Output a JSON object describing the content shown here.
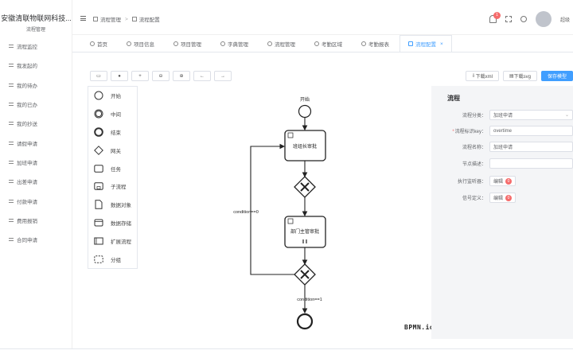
{
  "brand": {
    "title": "安徽清联物联网科技...",
    "subtitle": "流程管理"
  },
  "sidebar": {
    "items": [
      {
        "label": "流程监控"
      },
      {
        "label": "我发起的"
      },
      {
        "label": "我的待办"
      },
      {
        "label": "我的已办"
      },
      {
        "label": "我的抄送"
      },
      {
        "label": "请假申请"
      },
      {
        "label": "加班申请"
      },
      {
        "label": "出差申请"
      },
      {
        "label": "付款申请"
      },
      {
        "label": "费用报销"
      },
      {
        "label": "合同申请"
      }
    ]
  },
  "header": {
    "breadcrumb": [
      "流程管理",
      "流程配置"
    ],
    "notification_count": "1",
    "username": "超级"
  },
  "tabs": [
    {
      "label": "首页",
      "active": false
    },
    {
      "label": "项目信息",
      "active": false
    },
    {
      "label": "项目管理",
      "active": false
    },
    {
      "label": "字典管理",
      "active": false
    },
    {
      "label": "流程管理",
      "active": false
    },
    {
      "label": "考勤区域",
      "active": false
    },
    {
      "label": "考勤报表",
      "active": false
    },
    {
      "label": "流程配置",
      "active": true,
      "close": "×"
    }
  ],
  "toolbar": {
    "buttons": [
      "▭",
      "●",
      "+",
      "⊖",
      "⊕",
      "←",
      "→"
    ],
    "download_xml": "下载xml",
    "download_svg": "下载svg",
    "save": "保存模型"
  },
  "palette": {
    "items": [
      {
        "icon": "start-event-icon",
        "label": "开始"
      },
      {
        "icon": "intermediate-event-icon",
        "label": "中间"
      },
      {
        "icon": "end-event-icon",
        "label": "结束"
      },
      {
        "icon": "gateway-icon",
        "label": "网关"
      },
      {
        "icon": "task-icon",
        "label": "任务"
      },
      {
        "icon": "subprocess-icon",
        "label": "子流程"
      },
      {
        "icon": "data-object-icon",
        "label": "数据对象"
      },
      {
        "icon": "data-store-icon",
        "label": "数据存储"
      },
      {
        "icon": "pool-icon",
        "label": "扩展流程"
      },
      {
        "icon": "group-icon",
        "label": "分组"
      }
    ]
  },
  "diagram": {
    "start_label": "开始",
    "task1_label": "班组长审批",
    "task2_label": "部门主管审批",
    "loop_condition": "condition==0",
    "end_condition": "condition==1",
    "logo": "BPMN.io"
  },
  "properties": {
    "title": "流程",
    "category_label": "流程分类：",
    "category_value": "加班申请",
    "key_label": "流程标识key：",
    "key_value": "overtime",
    "name_label": "流程名称：",
    "name_value": "加班申请",
    "desc_label": "节点描述：",
    "desc_value": "",
    "listener_label": "执行监听器：",
    "listener_btn": "编辑",
    "listener_count": "0",
    "signal_label": "信号定义：",
    "signal_btn": "编辑",
    "signal_count": "0"
  },
  "colors": {
    "accent": "#409eff",
    "danger": "#f56c6c",
    "panel_bg": "#f4f5f7"
  }
}
